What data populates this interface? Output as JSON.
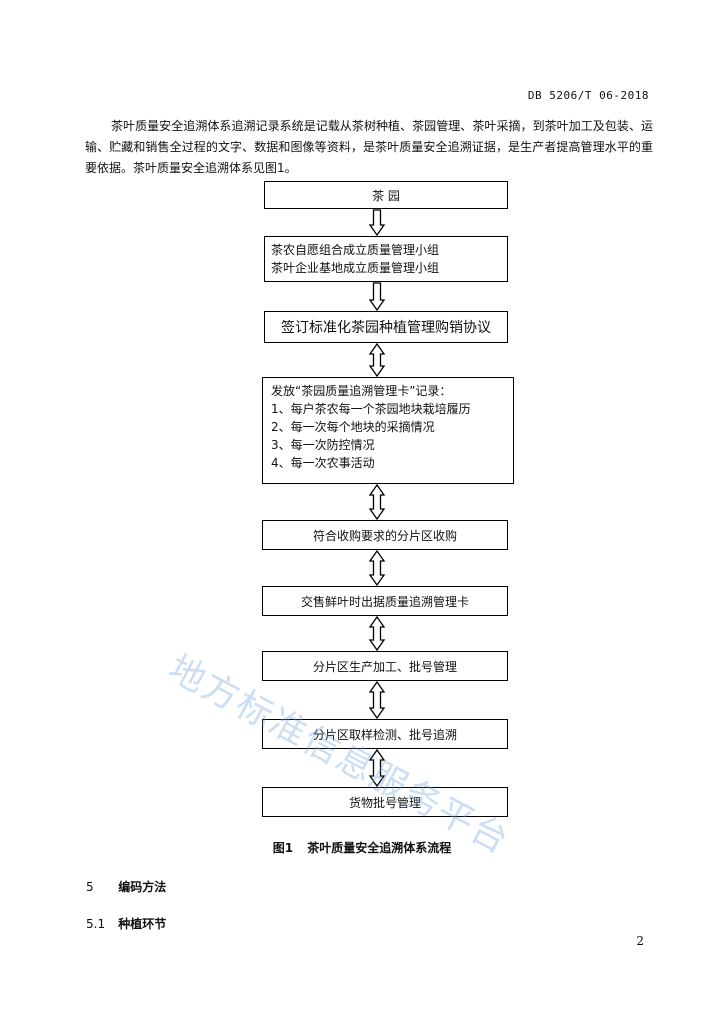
{
  "header": {
    "doc_code": "DB 5206/T 06-2018"
  },
  "intro_paragraph": "茶叶质量安全追溯体系追溯记录系统是记载从茶树种植、茶园管理、茶叶采摘，到茶叶加工及包装、运输、贮藏和销售全过程的文字、数据和图像等资料，是茶叶质量安全追溯证据，是生产者提高管理水平的重要依据。茶叶质量安全追溯体系见图1。",
  "flowchart": {
    "nodes": [
      {
        "lines": [
          "茶 园"
        ]
      },
      {
        "lines": [
          "茶农自愿组合成立质量管理小组",
          "茶叶企业基地成立质量管理小组"
        ]
      },
      {
        "lines": [
          "签订标准化茶园种植管理购销协议"
        ]
      },
      {
        "lines": [
          "发放“茶园质量追溯管理卡”记录：",
          "1、每户茶农每一个茶园地块栽培履历",
          "2、每一次每个地块的采摘情况",
          "3、每一次防控情况",
          "4、每一次农事活动"
        ]
      },
      {
        "lines": [
          "符合收购要求的分片区收购"
        ]
      },
      {
        "lines": [
          "交售鲜叶时出据质量追溯管理卡"
        ]
      },
      {
        "lines": [
          "分片区生产加工、批号管理"
        ]
      },
      {
        "lines": [
          "分片区取样检测、批号追溯"
        ]
      },
      {
        "lines": [
          "货物批号管理"
        ]
      }
    ],
    "connectors": [
      "down",
      "down",
      "both",
      "both",
      "both",
      "both",
      "both",
      "both"
    ]
  },
  "figure_caption": {
    "number": "图1",
    "title": "茶叶质量安全追溯体系流程"
  },
  "sections": [
    {
      "number": "5",
      "title": "编码方法"
    },
    {
      "number": "5.1",
      "title": "种植环节"
    }
  ],
  "watermark": "地方标准信息服务平台",
  "page_number": "2"
}
